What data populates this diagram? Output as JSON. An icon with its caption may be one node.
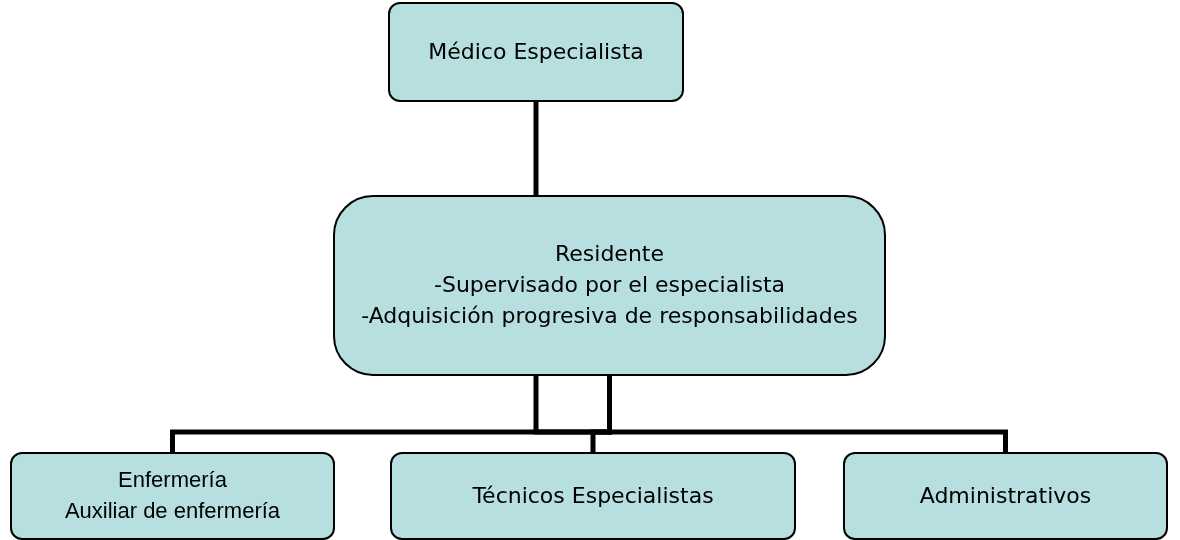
{
  "diagram": {
    "nodes": [
      {
        "text": [
          "Médico Especialista"
        ]
      },
      {
        "text": [
          "Residente",
          "-Supervisado por el especialista",
          "-Adquisición progresiva de responsabilidades"
        ]
      },
      {
        "text": [
          "Enfermería",
          "Auxiliar de enfermería"
        ]
      },
      {
        "text": [
          "Técnicos Especialistas"
        ]
      },
      {
        "text": [
          "Administrativos"
        ]
      }
    ],
    "edges": [
      {
        "from": 0,
        "to": 1,
        "arrow": "none"
      },
      {
        "from": 1,
        "to": 2,
        "arrow": "none"
      },
      {
        "from": 1,
        "to": 3,
        "arrow": "none"
      },
      {
        "from": 1,
        "to": 4,
        "arrow": "none"
      }
    ]
  }
}
